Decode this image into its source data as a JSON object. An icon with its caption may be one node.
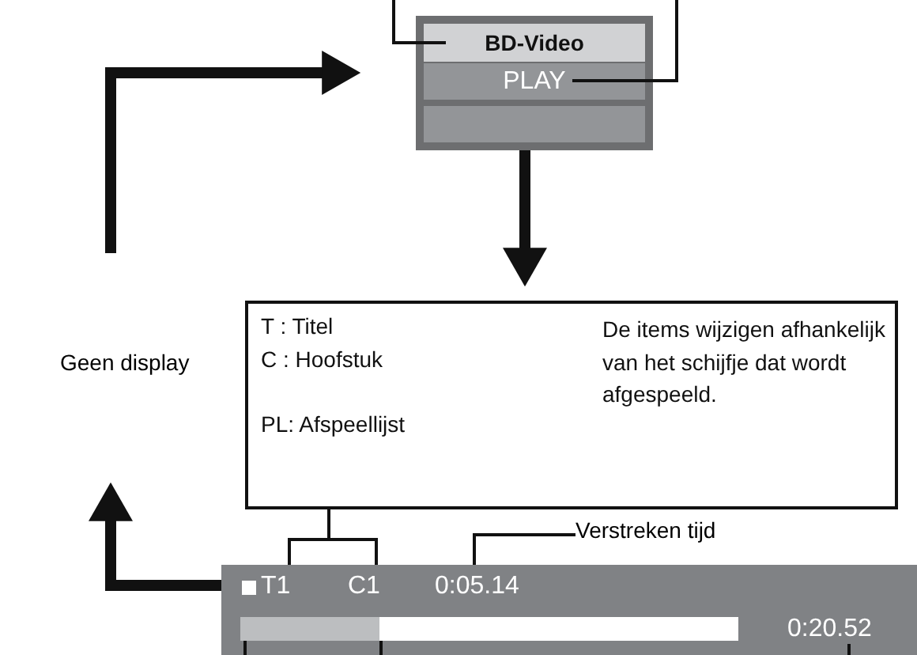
{
  "diagram": {
    "nodes": [
      {
        "text": [],
        "shape": "box"
      },
      {
        "text": [
          "BD-Video"
        ],
        "in": 0
      },
      {
        "text": [
          "PLAY"
        ],
        "in": 0
      },
      {
        "text": [
          "T : Titel",
          "C : Hoofstuk",
          "PL: Afspeellijst",
          "De items wijzigen afhankelijk van het schijfje dat wordt afgespeeld."
        ]
      },
      {
        "text": [
          "Geen display"
        ]
      },
      {
        "text": [],
        "shape": "box"
      },
      {
        "text": [
          "T1"
        ],
        "in": 5
      },
      {
        "text": [
          "C1"
        ],
        "in": 5
      },
      {
        "text": [
          "0:05.14"
        ],
        "in": 5
      },
      {
        "text": [
          "0:20.52"
        ],
        "in": 5
      },
      {
        "text": [],
        "shape": "bar",
        "in": 5
      },
      {
        "text": [
          "Verstreken tijd"
        ]
      },
      {
        "text": [],
        "shape": "box",
        "in": 0
      }
    ],
    "edges": [
      {
        "from": 5,
        "to": 4,
        "arrow": "to",
        "style": "thick"
      },
      {
        "from": 4,
        "to": 0,
        "arrow": "to",
        "style": "thick"
      },
      {
        "from": 0,
        "to": 3,
        "arrow": "to",
        "style": "thick"
      },
      {
        "from": 1,
        "to": null,
        "arrow": "none"
      },
      {
        "from": 2,
        "to": null,
        "arrow": "none"
      },
      {
        "from": 3,
        "to": 6,
        "arrow": "none"
      },
      {
        "from": 3,
        "to": 7,
        "arrow": "none"
      },
      {
        "from": 11,
        "to": 8,
        "arrow": "none"
      },
      {
        "from": 10,
        "to": null,
        "arrow": "none"
      },
      {
        "from": 10,
        "to": null,
        "arrow": "none"
      },
      {
        "from": 9,
        "to": null,
        "arrow": "none"
      }
    ]
  }
}
